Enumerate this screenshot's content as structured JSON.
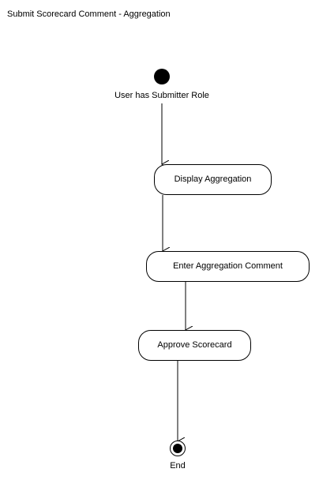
{
  "diagram": {
    "title": "Submit Scorecard Comment - Aggregation",
    "start": {
      "label": "User has Submitter Role"
    },
    "activities": [
      {
        "id": "display",
        "label": "Display Aggregation"
      },
      {
        "id": "enter",
        "label": "Enter Aggregation Comment"
      },
      {
        "id": "approve",
        "label": "Approve Scorecard"
      }
    ],
    "end": {
      "label": "End"
    },
    "colors": {
      "stroke": "#000000",
      "fill": "#000000",
      "background": "#ffffff"
    }
  }
}
